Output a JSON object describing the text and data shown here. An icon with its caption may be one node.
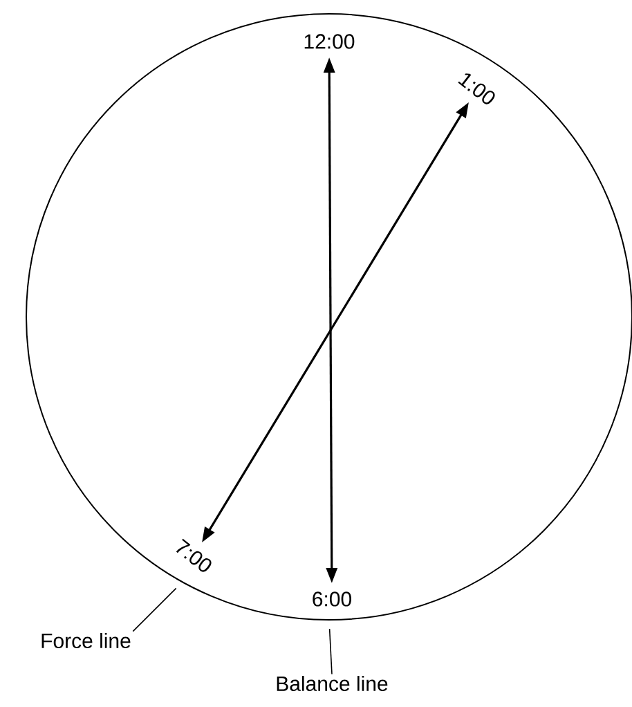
{
  "diagram": {
    "nodes": [
      {
        "text": [],
        "shape": "circle"
      },
      {
        "text": [
          "12:00"
        ],
        "in": 0
      },
      {
        "text": [
          "1:00"
        ],
        "in": 0
      },
      {
        "text": [
          "7:00"
        ],
        "in": 0
      },
      {
        "text": [
          "6:00"
        ],
        "in": 0
      },
      {
        "text": [
          "Force line"
        ]
      },
      {
        "text": [
          "Balance line"
        ]
      }
    ],
    "edges": [
      {
        "from": 1,
        "to": 4,
        "arrow": "both"
      },
      {
        "from": 2,
        "to": 3,
        "arrow": "both"
      },
      {
        "from": 5,
        "to": 0,
        "arrow": "none"
      },
      {
        "from": 6,
        "to": 0,
        "arrow": "none"
      }
    ]
  }
}
